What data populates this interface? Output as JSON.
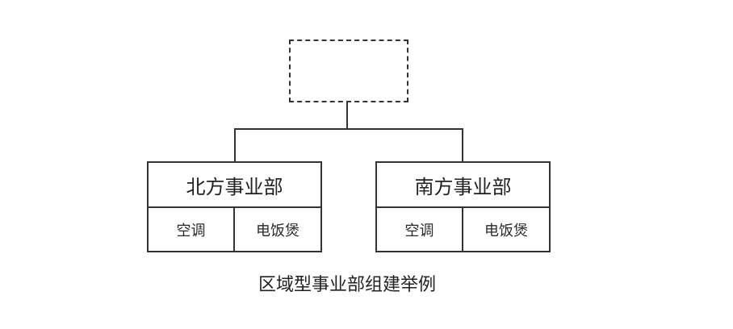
{
  "diagram": {
    "top_box_label": "",
    "units": [
      {
        "title": "北方事业部",
        "products": [
          "空调",
          "电饭煲"
        ]
      },
      {
        "title": "南方事业部",
        "products": [
          "空调",
          "电饭煲"
        ]
      }
    ],
    "caption": "区域型事业部组建举例"
  },
  "colors": {
    "line": "#333333",
    "text": "#222222",
    "background": "#ffffff"
  }
}
